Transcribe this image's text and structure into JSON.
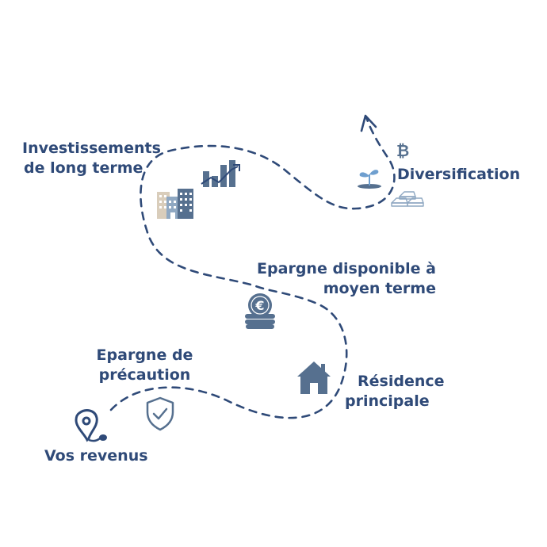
{
  "steps": [
    {
      "id": "revenus",
      "lines": [
        "Vos revenus"
      ]
    },
    {
      "id": "precaution",
      "lines": [
        "Epargne de",
        "précaution"
      ]
    },
    {
      "id": "residence",
      "lines": [
        "Résidence",
        "principale"
      ]
    },
    {
      "id": "moyen_terme",
      "lines": [
        "Epargne disponible à",
        "moyen terme"
      ]
    },
    {
      "id": "long_terme",
      "lines": [
        "Investissements",
        "de long terme"
      ]
    },
    {
      "id": "diversification",
      "lines": [
        "Diversification"
      ]
    }
  ],
  "icons": {
    "revenus": "location-pin-icon",
    "precaution": "shield-check-icon",
    "residence": "house-icon",
    "moyen_terme": "euro-coins-icon",
    "long_terme_buildings": "buildings-icon",
    "long_terme_chart": "bar-chart-trend-icon",
    "diversification_plant": "sprout-icon",
    "diversification_crypto": "bitcoin-icon",
    "diversification_gold": "gold-bars-icon",
    "end": "arrow-head-icon",
    "bitcoin_symbol": "₿",
    "euro_symbol": "€"
  },
  "colors": {
    "text": "#2f4a78",
    "path": "#2f4a78",
    "icon_fill": "#56708f",
    "icon_light": "#8fa8c2",
    "beige": "#d9cdbb",
    "plant": "#6f9fcf"
  }
}
